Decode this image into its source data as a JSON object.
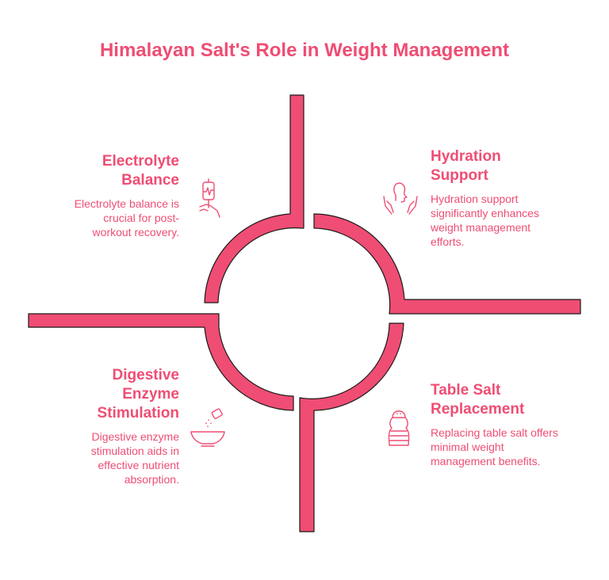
{
  "title": "Himalayan Salt's Role in Weight Management",
  "colors": {
    "accent": "#ef4d73",
    "fill": "#ef4d73",
    "stroke": "#1a1a1a",
    "background": "#ffffff"
  },
  "quadrants": [
    {
      "id": "electrolyte",
      "heading": "Electrolyte Balance",
      "heading_lines": [
        "Electrolyte",
        "Balance"
      ],
      "description_lines": [
        "Electrolyte balance is",
        "crucial for post-",
        "workout recovery."
      ],
      "icon": "iv-drip-heartbeat-icon"
    },
    {
      "id": "hydration",
      "heading": "Hydration Support",
      "heading_lines": [
        "Hydration",
        "Support"
      ],
      "description_lines": [
        "Hydration support",
        "significantly enhances",
        "weight management",
        "efforts."
      ],
      "icon": "person-hands-icon"
    },
    {
      "id": "digestive",
      "heading": "Digestive Enzyme Stimulation",
      "heading_lines": [
        "Digestive",
        "Enzyme",
        "Stimulation"
      ],
      "description_lines": [
        "Digestive enzyme",
        "stimulation aids in",
        "effective nutrient",
        "absorption."
      ],
      "icon": "bowl-salt-shaker-icon"
    },
    {
      "id": "table-salt",
      "heading": "Table Salt Replacement",
      "heading_lines": [
        "Table Salt",
        "Replacement"
      ],
      "description_lines": [
        "Replacing table salt offers",
        "minimal weight",
        "management benefits."
      ],
      "icon": "salt-shaker-icon"
    }
  ]
}
